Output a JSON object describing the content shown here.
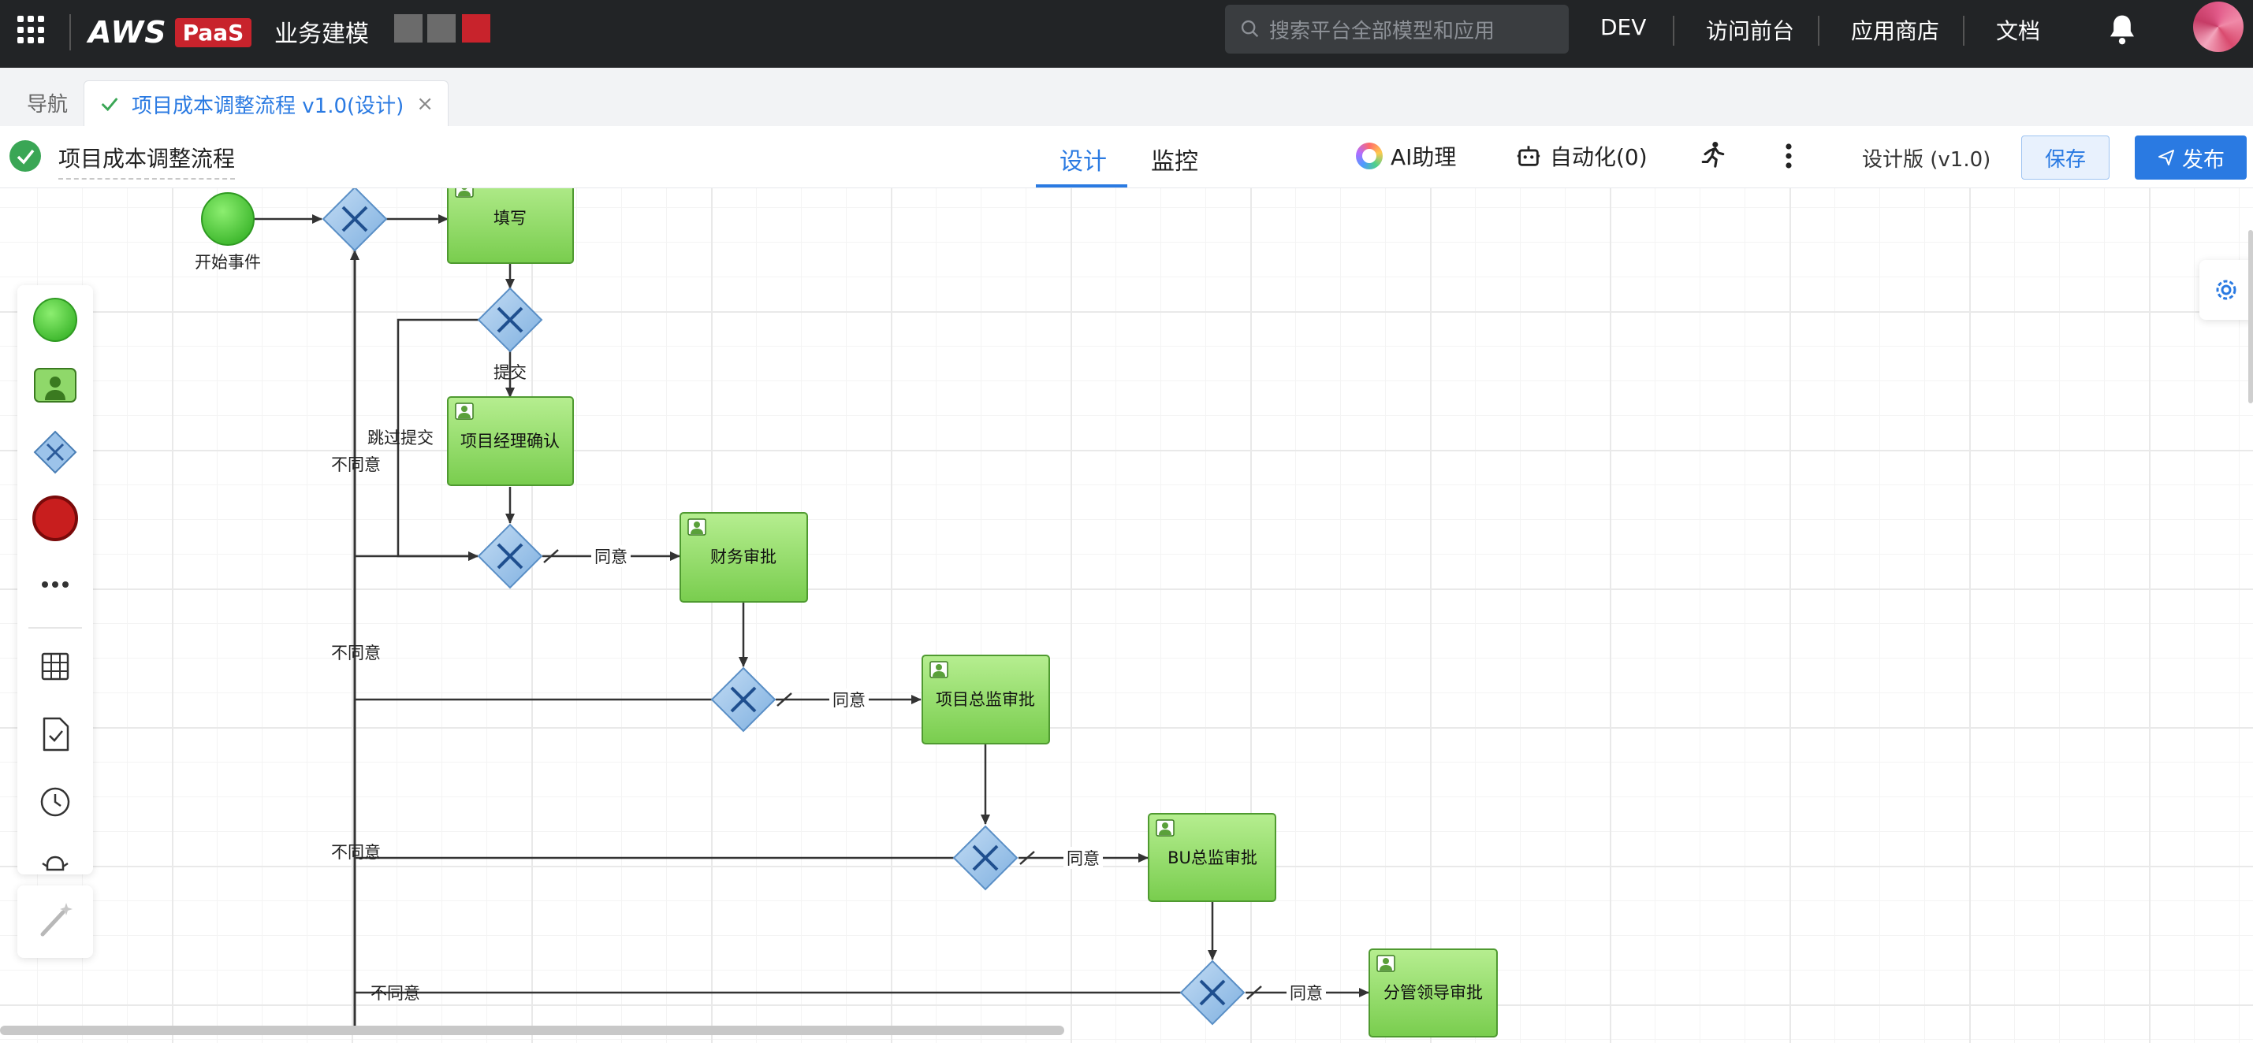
{
  "topbar": {
    "logo_aws": "AWS",
    "logo_paas": "PaaS",
    "app_name": "业务建模",
    "search_placeholder": "搜索平台全部模型和应用",
    "links": [
      "DEV",
      "访问前台",
      "应用商店",
      "文档"
    ],
    "square_colors": [
      "#6b6b6b",
      "#6b6b6b",
      "#c8232c"
    ]
  },
  "tabs": {
    "nav": "导航",
    "active": "项目成本调整流程 v1.0(设计)",
    "close": "×"
  },
  "toolbar": {
    "process_name": "项目成本调整流程",
    "mode_tabs": [
      "设计",
      "监控"
    ],
    "ai": "AI助理",
    "automation": "自动化(0)",
    "version": "设计版 (v1.0)",
    "save": "保存",
    "publish": "发布"
  },
  "diagram": {
    "start_label": "开始事件",
    "tasks": [
      "填写",
      "项目经理确认",
      "财务审批",
      "项目总监审批",
      "BU总监审批",
      "分管领导审批"
    ],
    "flow_labels": {
      "submit": "提交",
      "skip_submit": "跳过提交",
      "agree": "同意",
      "disagree": "不同意"
    }
  },
  "colors": {
    "accent": "#2a7ae2",
    "task_fill": "#8fd86a",
    "gateway_fill": "#9cc3ea",
    "start_event": "#4cc43a",
    "end_event": "#c81e1e"
  }
}
